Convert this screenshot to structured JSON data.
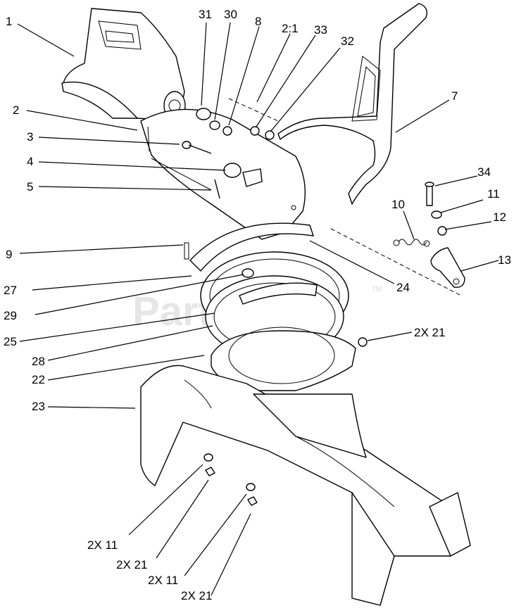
{
  "watermark": {
    "text": "PartsTree",
    "trademark": "TM"
  },
  "callouts": {
    "c1": "1",
    "c2": "2",
    "c3": "3",
    "c4": "4",
    "c5": "5",
    "c31": "31",
    "c30": "30",
    "c8": "8",
    "c2to1": "2:1",
    "c33": "33",
    "c32": "32",
    "c7": "7",
    "c34": "34",
    "c11": "11",
    "c10": "10",
    "c12": "12",
    "c13": "13",
    "c9": "9",
    "c27": "27",
    "c29": "29",
    "c25": "25",
    "c24": "24",
    "c2x21_right": "2X 21",
    "c28": "28",
    "c22": "22",
    "c23": "23",
    "c2x11_a": "2X 11",
    "c2x21_a": "2X 21",
    "c2x11_b": "2X 11",
    "c2x21_b": "2X 21"
  }
}
